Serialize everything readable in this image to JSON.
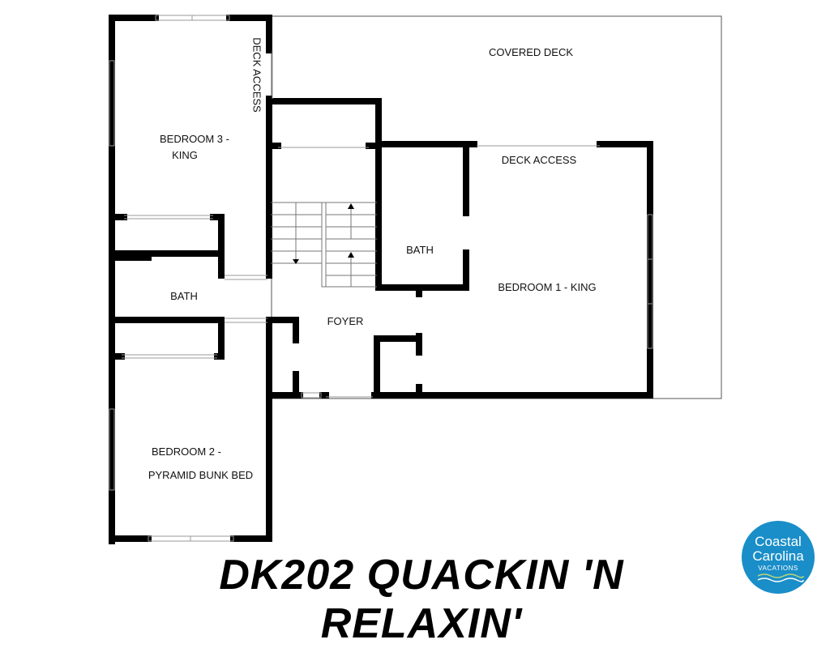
{
  "rooms": {
    "covered_deck": "COVERED DECK",
    "deck_access_top": "DECK ACCESS",
    "deck_access_right": "DECK ACCESS",
    "bedroom3_line1": "BEDROOM 3 -",
    "bedroom3_line2": "KING",
    "bath_center": "BATH",
    "bedroom1": "BEDROOM 1 - KING",
    "bath_left": "BATH",
    "foyer": "FOYER",
    "bedroom2_line1": "BEDROOM 2 -",
    "bedroom2_line2": "PYRAMID BUNK BED"
  },
  "title": "DK202 QUACKIN 'N RELAXIN'",
  "logo": {
    "line1": "Coastal",
    "line2": "Carolina",
    "line3": "VACATIONS",
    "color": "#1a8ec8"
  }
}
